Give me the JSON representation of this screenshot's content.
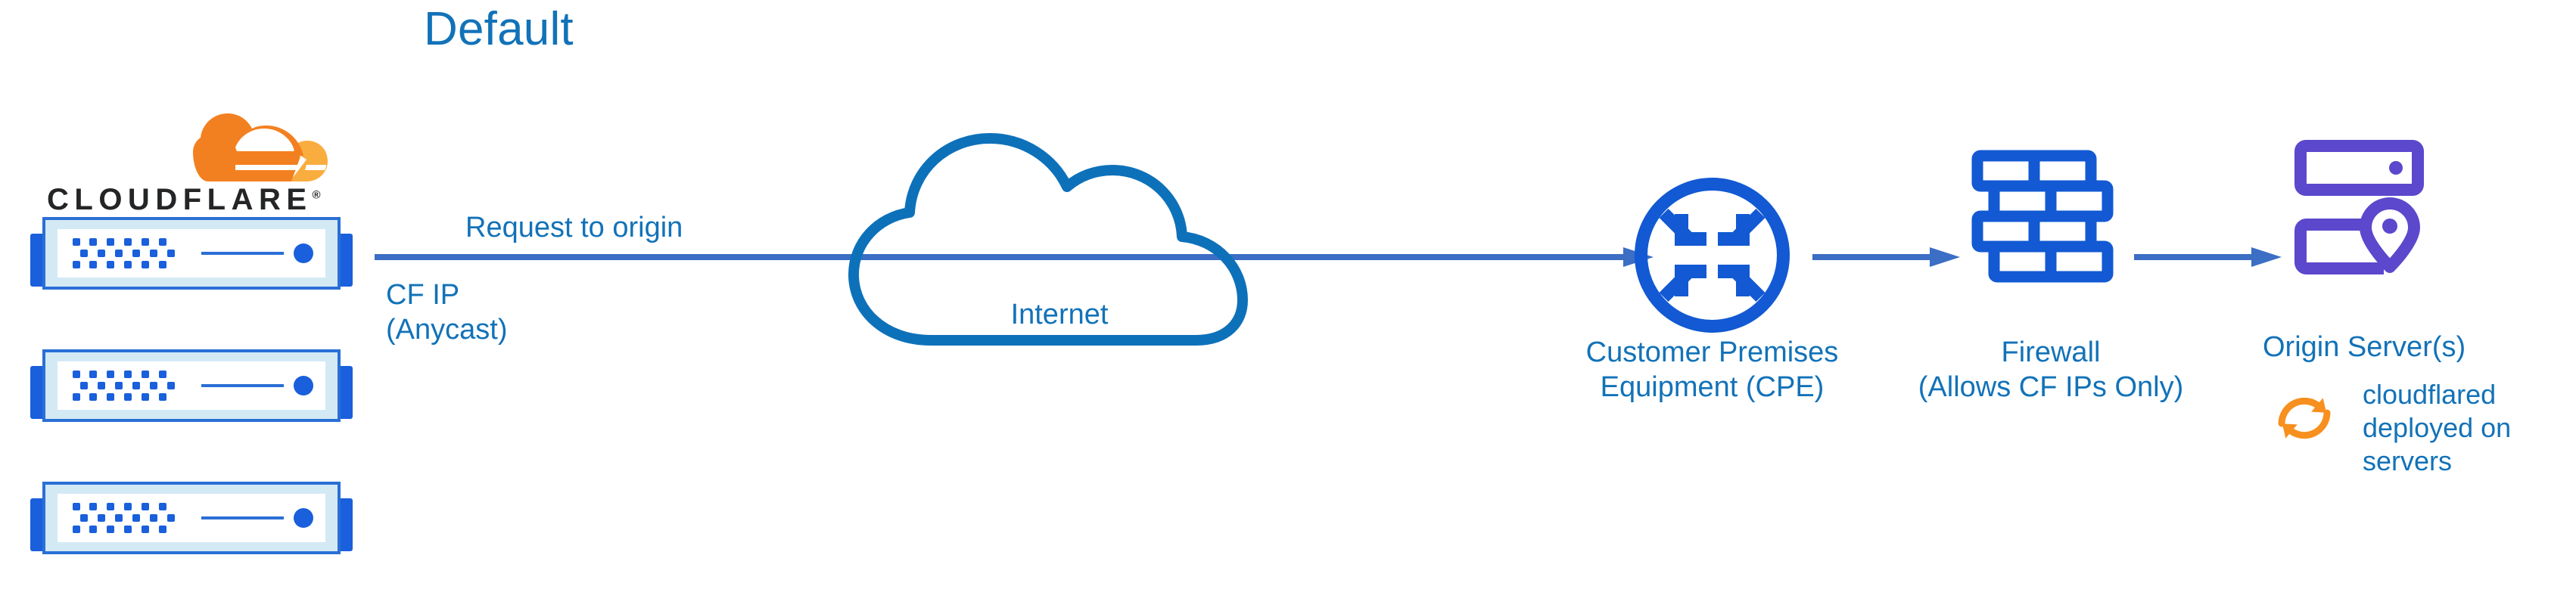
{
  "title": "Default",
  "brand": {
    "wordmark": "CLOUDFLARE",
    "registered_mark": "®",
    "logo_icon": "cloudflare-cloud-logo",
    "colors": {
      "orange_dark": "#f38020",
      "orange_light": "#faad3f",
      "wordmark": "#232527"
    }
  },
  "colors": {
    "text_blue": "#1272b8",
    "cloud_outline_blue": "#0d71ba",
    "icon_blue": "#1259d3",
    "arrow_blue": "#3b6ec4",
    "origin_purple": "#5b48cc",
    "server_body": "#d3eaf5",
    "server_border": "#2a6fd6",
    "server_tab": "#1a5fdb",
    "server_dot": "#1a5fdb",
    "orange": "#f7901e"
  },
  "edge_nodes": {
    "icon": "server-rack-icon",
    "count": 3,
    "units": [
      {
        "name": "cloudflare-edge-server-1"
      },
      {
        "name": "cloudflare-edge-server-2"
      },
      {
        "name": "cloudflare-edge-server-3"
      }
    ]
  },
  "flow": {
    "request_label": "Request to origin",
    "cf_ip_line1": "CF IP",
    "cf_ip_line2": "(Anycast)",
    "arrow_icon": "right-arrow-icon"
  },
  "nodes": {
    "internet": {
      "label": "Internet",
      "icon": "cloud-icon"
    },
    "cpe": {
      "label_line1": "Customer Premises",
      "label_line2": "Equipment (CPE)",
      "icon": "router-icon"
    },
    "firewall": {
      "label_line1": "Firewall",
      "label_line2": "(Allows CF IPs Only)",
      "icon": "brick-wall-icon"
    },
    "origin": {
      "label": "Origin Server(s)",
      "icon": "server-stack-location-icon",
      "note_icon": "sync-arrows-icon",
      "note_line1": "cloudflared",
      "note_line2": "deployed on",
      "note_line3": "servers"
    }
  }
}
